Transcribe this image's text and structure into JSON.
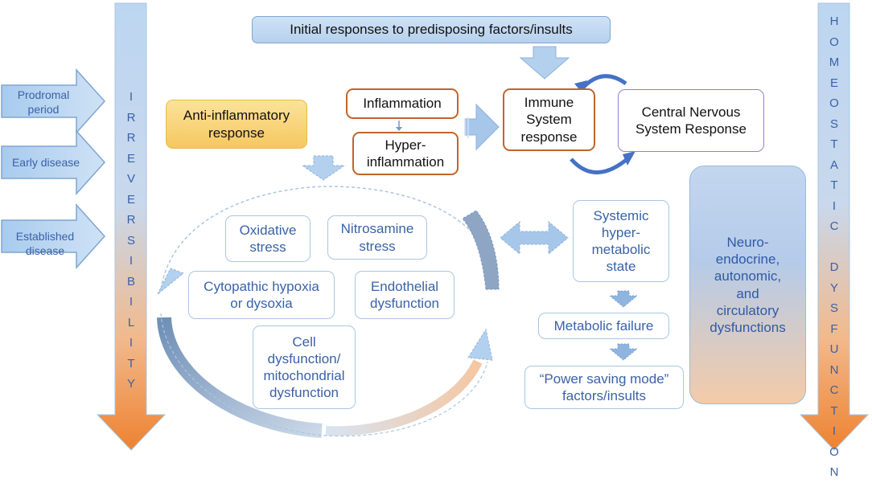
{
  "top_box": "Initial responses to predisposing factors/insults",
  "left_axis_letters": [
    "I",
    "R",
    "R",
    "E",
    "V",
    "E",
    "R",
    "S",
    "I",
    "B",
    "I",
    "L",
    "I",
    "T",
    "Y"
  ],
  "right_axis_letters": [
    "H",
    "O",
    "M",
    "E",
    "O",
    "S",
    "T",
    "A",
    "T",
    "I",
    "C",
    "",
    "D",
    "Y",
    "S",
    "F",
    "U",
    "N",
    "C",
    "T",
    "I",
    "O",
    "N"
  ],
  "stages": [
    {
      "lines": [
        "Prodromal",
        "period"
      ]
    },
    {
      "lines": [
        "Early disease"
      ]
    },
    {
      "lines": [
        "Established",
        "disease"
      ]
    }
  ],
  "anti_inflammatory": [
    "Anti-inflammatory",
    "response"
  ],
  "inflammation": "Inflammation",
  "hyper_inflammation": [
    "Hyper-",
    "inflammation"
  ],
  "immune": [
    "Immune",
    "System",
    "response"
  ],
  "cns": [
    "Central Nervous",
    "System Response"
  ],
  "cycle_boxes": {
    "oxidative": [
      "Oxidative",
      "stress"
    ],
    "nitrosamine": [
      "Nitrosamine",
      "stress"
    ],
    "cytopathic": [
      "Cytopathic hypoxia",
      "or dysoxia"
    ],
    "endothelial": [
      "Endothelial",
      "dysfunction"
    ],
    "cell": [
      "Cell",
      "dysfunction/",
      "mitochondrial",
      "dysfunction"
    ]
  },
  "systemic": [
    "Systemic",
    "hyper-",
    "metabolic",
    "state"
  ],
  "metabolic_failure": "Metabolic failure",
  "power_saving": [
    "“Power saving mode”",
    "factors/insults"
  ],
  "neuro": [
    "Neuro-",
    "endocrine,",
    "autonomic,",
    "and",
    "circulatory",
    "dysfunctions"
  ],
  "colors": {
    "blue_text": "#3a62a8",
    "orange_border": "#c0652b",
    "arrow_blue": "#9ec3ea",
    "arrow_orange": "#ef8a3c"
  }
}
